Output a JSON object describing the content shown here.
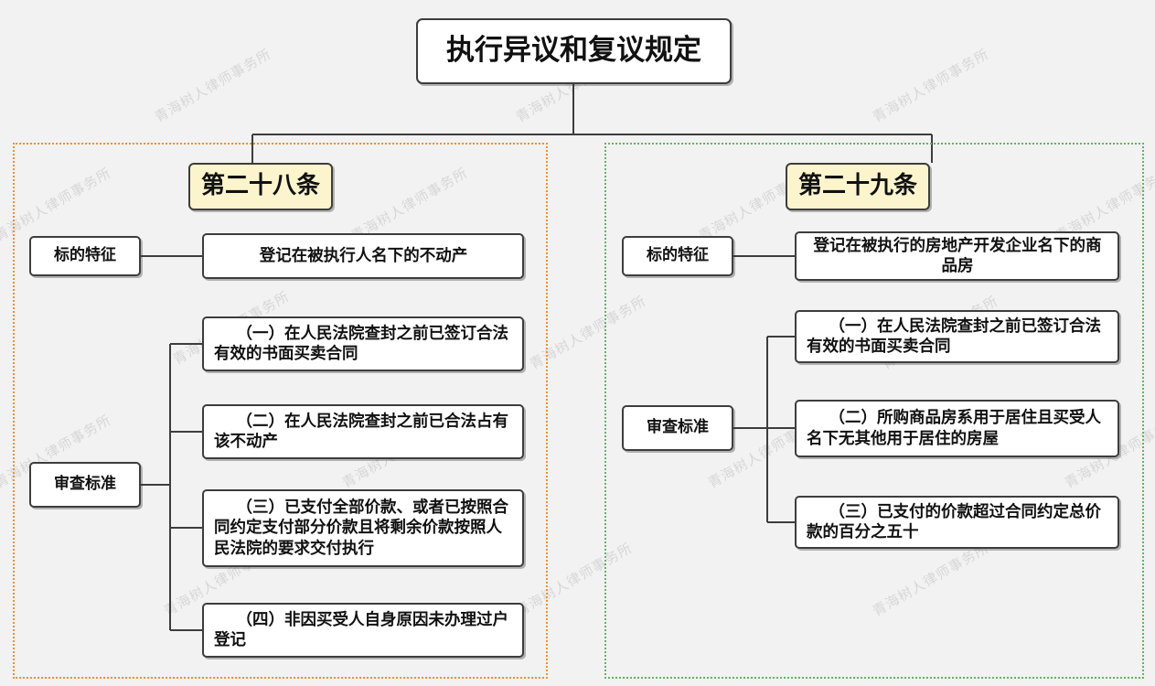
{
  "diagram": {
    "title": "执行异议和复议规定",
    "watermark": "青海树人律师事务所",
    "colors": {
      "background": "#f2f2f2",
      "node_fill": "#ffffff",
      "node_border": "#3d3d3d",
      "section_fill": "#fbf4cd",
      "left_group_border": "#f0912d",
      "right_group_border": "#5cb85c",
      "connector": "#3d3d3d"
    },
    "sections": [
      {
        "id": "article-28",
        "label": "第二十八条",
        "border_color": "#f0912d",
        "branches": [
          {
            "id": "subject-features",
            "label": "标的特征",
            "items": [
              {
                "text": "登记在被执行人名下的不动产",
                "align": "center"
              }
            ]
          },
          {
            "id": "review-criteria",
            "label": "审查标准",
            "items": [
              {
                "text": "（一）在人民法院查封之前已签订合法有效的书面买卖合同",
                "align": "left"
              },
              {
                "text": "（二）在人民法院查封之前已合法占有该不动产",
                "align": "left"
              },
              {
                "text": "（三）已支付全部价款、或者已按照合同约定支付部分价款且将剩余价款按照人民法院的要求交付执行",
                "align": "left"
              },
              {
                "text": "（四）非因买受人自身原因未办理过户登记",
                "align": "left"
              }
            ]
          }
        ]
      },
      {
        "id": "article-29",
        "label": "第二十九条",
        "border_color": "#5cb85c",
        "branches": [
          {
            "id": "subject-features",
            "label": "标的特征",
            "items": [
              {
                "text": "登记在被执行的房地产开发企业名下的商品房",
                "align": "center"
              }
            ]
          },
          {
            "id": "review-criteria",
            "label": "审查标准",
            "items": [
              {
                "text": "（一）在人民法院查封之前已签订合法有效的书面买卖合同",
                "align": "left"
              },
              {
                "text": "（二）所购商品房系用于居住且买受人名下无其他用于居住的房屋",
                "align": "left"
              },
              {
                "text": "（三）已支付的价款超过合同约定总价款的百分之五十",
                "align": "left"
              }
            ]
          }
        ]
      }
    ]
  }
}
